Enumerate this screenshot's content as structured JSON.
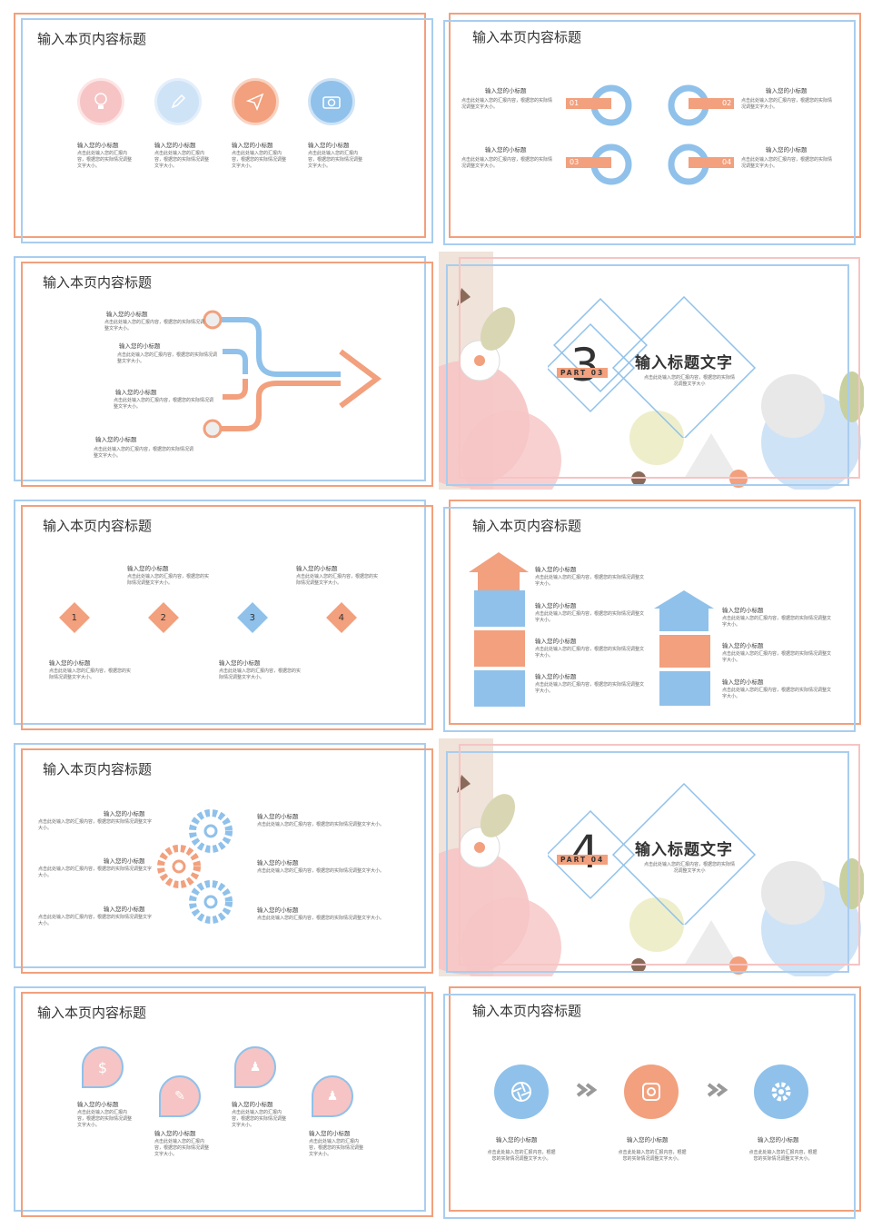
{
  "colors": {
    "orange": "#f2a07d",
    "blue": "#8fc1ea",
    "pink": "#f6c4c4",
    "lightblue": "#cfe3f7",
    "gray": "#999999"
  },
  "slide_title": "输入本页内容标题",
  "sub": "输入您的小标题",
  "s1": {
    "desc": "点击此处输入您的汇报内容，根据您的实际情况调整文字大小。",
    "icons": [
      "lightbulb-icon",
      "pencil-icon",
      "paper-plane-icon",
      "camera-icon"
    ]
  },
  "s2": {
    "desc": "点击此处输入您的汇报内容，根据您的实际情况调整文字大小。",
    "nums": [
      "01",
      "02",
      "03",
      "04"
    ]
  },
  "s3": {
    "desc": "点击此处输入您的汇报内容，根据您的实际情况调整文字大小。"
  },
  "sec3": {
    "part": "PART 03",
    "num": "3",
    "caption": "输入标题文字",
    "desc": "点击此处输入您的汇报内容，根据您的实际情况调整文字大小"
  },
  "s5": {
    "desc": "点击此处输入您的汇报内容，根据您的实际情况调整文字大小。",
    "nums": [
      "1",
      "2",
      "3",
      "4"
    ]
  },
  "s6": {
    "desc": "点击此处输入您的汇报内容，根据您的实际情况调整文字大小。"
  },
  "s7": {
    "desc": "点击此处输入您的汇报内容，根据您的实际情况调整文字大小。"
  },
  "sec4": {
    "part": "PART 04",
    "num": "4",
    "caption": "输入标题文字",
    "desc": "点击此处输入您的汇报内容，根据您的实际情况调整文字大小"
  },
  "s9": {
    "desc": "点击此处输入您的汇报内容，根据您的实际情况调整文字大小。"
  },
  "s10": {
    "desc": "点击此处输入您的汇报内容，根据您的实际情况调整文字大小。",
    "icons": [
      "aperture-icon",
      "instagram-icon",
      "gear-icon"
    ]
  }
}
